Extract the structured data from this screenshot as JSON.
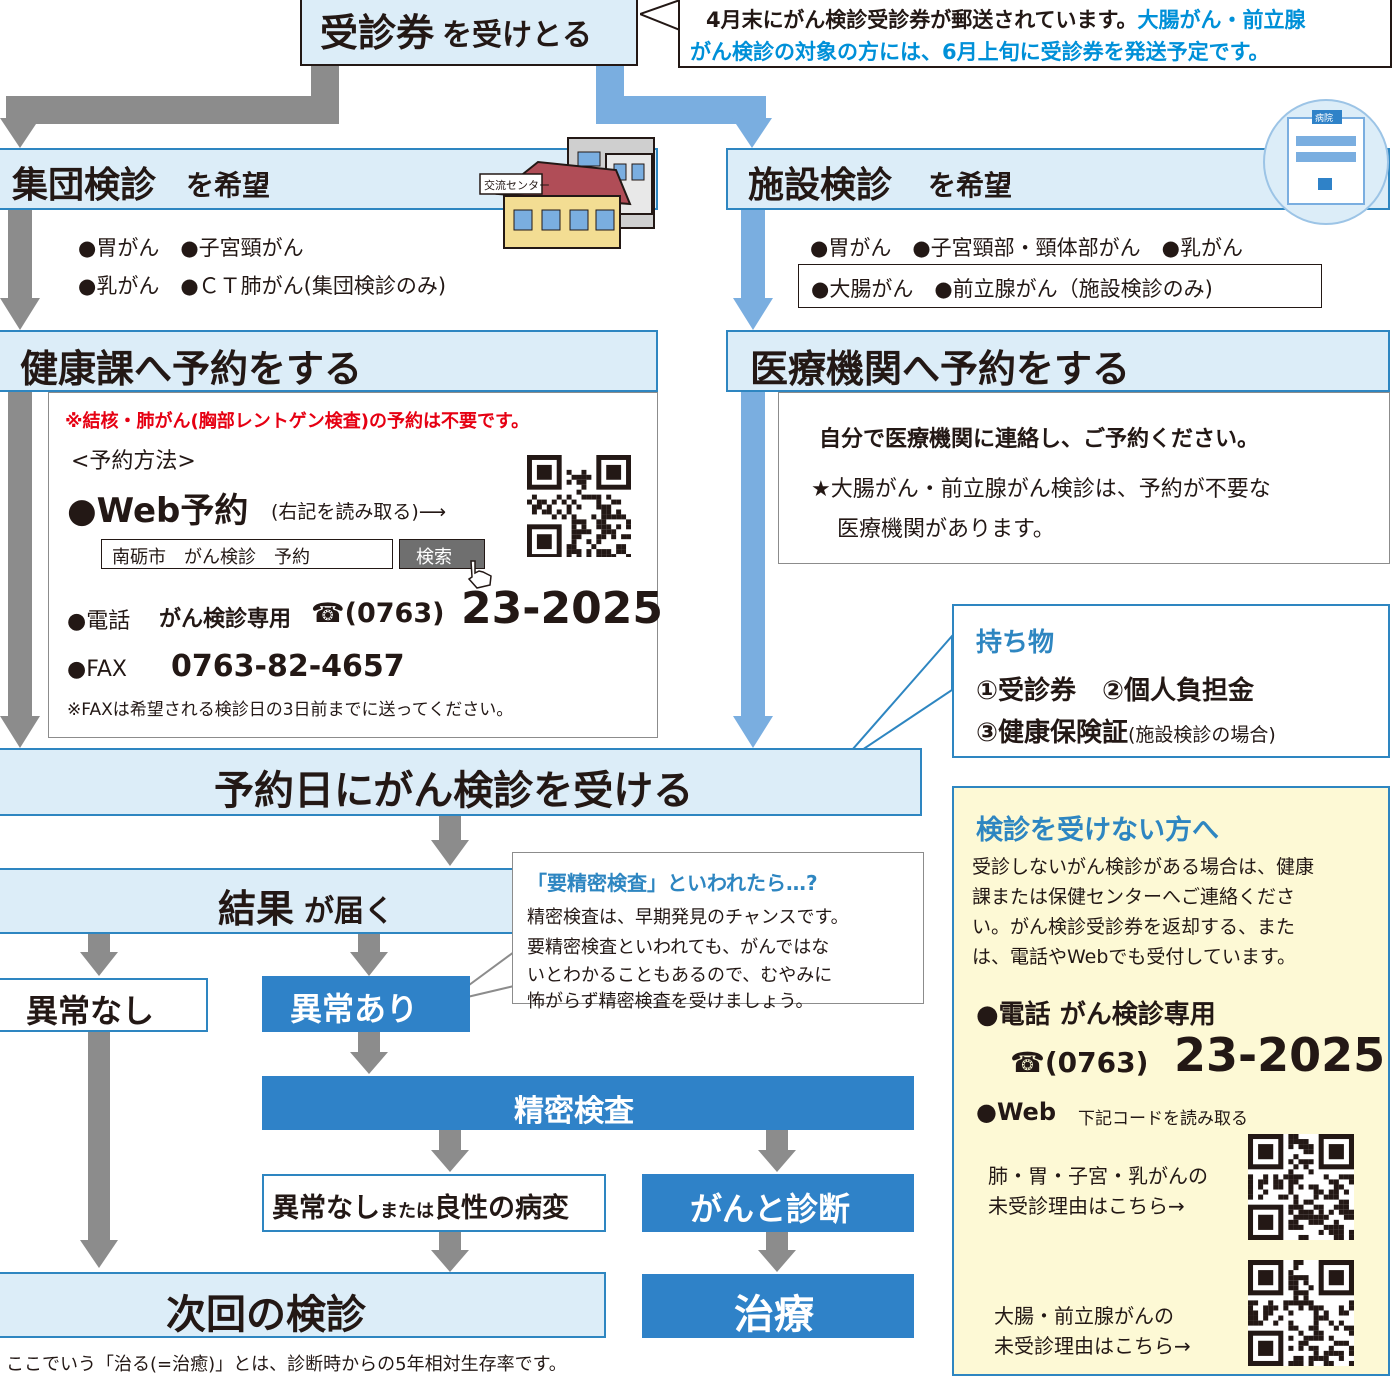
{
  "colors": {
    "gray_arrow": "#8c8c8c",
    "blue_arrow": "#7aaee0",
    "light_blue": "#dcedf8",
    "dark_blue": "#2f82c8",
    "red": "#e60012",
    "note_bg": "#fdf9d5"
  },
  "top": {
    "receive_main": "受診券",
    "receive_sub": "を受けとる",
    "notice_1": "4月末にがん検診受診券が郵送されています。",
    "notice_2": "大腸がん・前立腺",
    "notice_3": "がん検診の対象の方には、6月上旬に受診券を発送予定です。"
  },
  "group": {
    "title_main": "集団検診",
    "title_sub": "を希望",
    "building_sign": "交流センター",
    "item_1": "●胃がん　●子宮頸がん",
    "item_2": "●乳がん　●ＣＴ肺がん(集団検診のみ)"
  },
  "facility": {
    "title_main": "施設検診",
    "title_sub": "を希望",
    "hospital_sign": "病院",
    "items": "●胃がん　●子宮頸部・頸体部がん　●乳がん",
    "items_boxed": "●大腸がん　●前立腺がん（施設検診のみ)"
  },
  "kenko": {
    "title": "健康課へ予約をする",
    "note_red": "※結核・肺がん(胸部レントゲン検査)の予約は不要です。",
    "method_heading": "<予約方法>",
    "web_label": "●Web予約",
    "web_hint": "(右記を読み取る)⟶",
    "search_text": "南砺市　がん検診　予約",
    "search_button": "検索",
    "tel_prefix": "●電話",
    "tel_label": "がん検診専用",
    "tel_area": "☎(0763)",
    "tel_number": "23-2025",
    "fax_prefix": "●FAX",
    "fax_number": "0763-82-4657",
    "fax_note": "※FAXは希望される検診日の3日前までに送ってください。"
  },
  "medical": {
    "title": "医療機関へ予約をする",
    "line_1": "自分で医療機関に連絡し、ご予約ください。",
    "line_2": "★大腸がん・前立腺がん検診は、予約が不要な",
    "line_3": "医療機関があります。"
  },
  "belongings": {
    "title": "持ち物",
    "line_1": "①受診券　②個人負担金",
    "line_2_main": "③健康保険証",
    "line_2_sub": "(施設検診の場合)"
  },
  "flow": {
    "exam_day": "予約日にがん検診を受ける",
    "result_main": "結果",
    "result_sub": "が届く",
    "normal": "異常なし",
    "abnormal": "異常あり",
    "detailed": "精密検査",
    "benign_1": "異常なし",
    "benign_2": "または",
    "benign_3": "良性の病変",
    "cancer": "がんと診断",
    "next": "次回の検診",
    "treatment": "治療"
  },
  "callout": {
    "title": "「要精密検査」といわれたら…?",
    "line_1": "精密検査は、早期発見のチャンスです。",
    "line_2": "要精密検査といわれても、がんではな",
    "line_3": "いとわかることもあるので、むやみに",
    "line_4": "怖がらず精密検査を受けましょう。"
  },
  "not_taking": {
    "title": "検診を受けない方へ",
    "line_1": "受診しないがん検診がある場合は、健康",
    "line_2": "課または保健センターへご連絡くださ",
    "line_3": "い。がん検診受診券を返却する、また",
    "line_4": "は、電話やWebでも受付しています。",
    "tel_heading": "●電話  がん検診専用",
    "tel_area": "☎(0763)",
    "tel_number": "23-2025",
    "web_heading": "●Web",
    "web_hint": "下記コードを読み取る",
    "qr1_line_1": "肺・胃・子宮・乳がんの",
    "qr1_line_2": "未受診理由はこちら→",
    "qr2_line_1": "大腸・前立腺がんの",
    "qr2_line_2": "未受診理由はこちら→"
  },
  "footnote": "ここでいう「治る(=治癒)」とは、診断時からの5年相対生存率です。"
}
